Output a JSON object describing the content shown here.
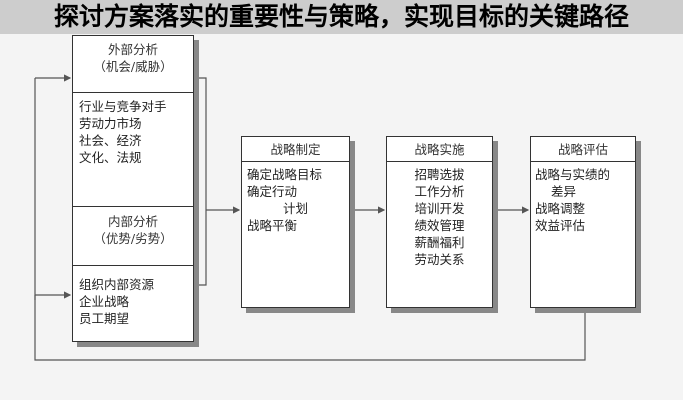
{
  "title": "探讨方案落实的重要性与策略，实现目标的关键路径",
  "external": {
    "heading": "外部分析",
    "sub": "（机会/威胁）",
    "items": [
      "行业与竞争对手",
      "劳动力市场",
      "社会、经济",
      "文化、法规"
    ]
  },
  "internal": {
    "heading": "内部分析",
    "sub": "（优势/劣势）",
    "items": [
      "组织内部资源",
      "企业战略",
      "员工期望"
    ]
  },
  "formulation": {
    "heading": "战略制定",
    "items": [
      "确定战略目标",
      "确定行动",
      "计划",
      "战略平衡"
    ]
  },
  "implementation": {
    "heading": "战略实施",
    "items": [
      "招聘选拔",
      "工作分析",
      "培训开发",
      "绩效管理",
      "薪酬福利",
      "劳动关系"
    ]
  },
  "evaluation": {
    "heading": "战略评估",
    "items": [
      "战略与实绩的",
      "差异",
      "战略调整",
      "效益评估"
    ]
  }
}
